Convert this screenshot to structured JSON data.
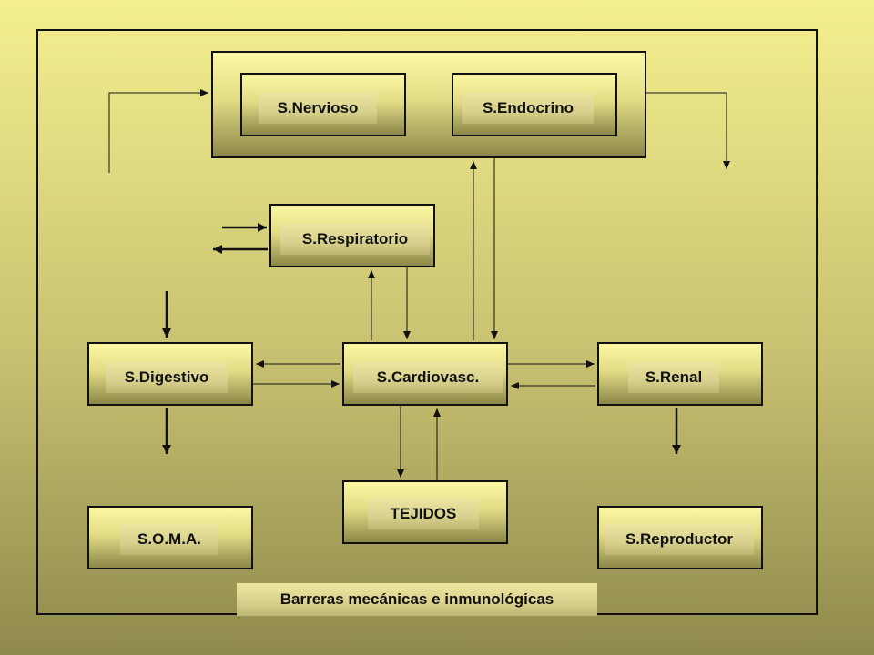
{
  "nodes": {
    "nervioso": "S.Nervioso",
    "endocrino": "S.Endocrino",
    "respiratorio": "S.Respiratorio",
    "digestivo": "S.Digestivo",
    "cardiovasc": "S.Cardiovasc.",
    "renal": "S.Renal",
    "tejidos": "TEJIDOS",
    "soma": "S.O.M.A.",
    "reproductor": "S.Reproductor"
  },
  "footer": "Barreras mecánicas e inmunológicas"
}
